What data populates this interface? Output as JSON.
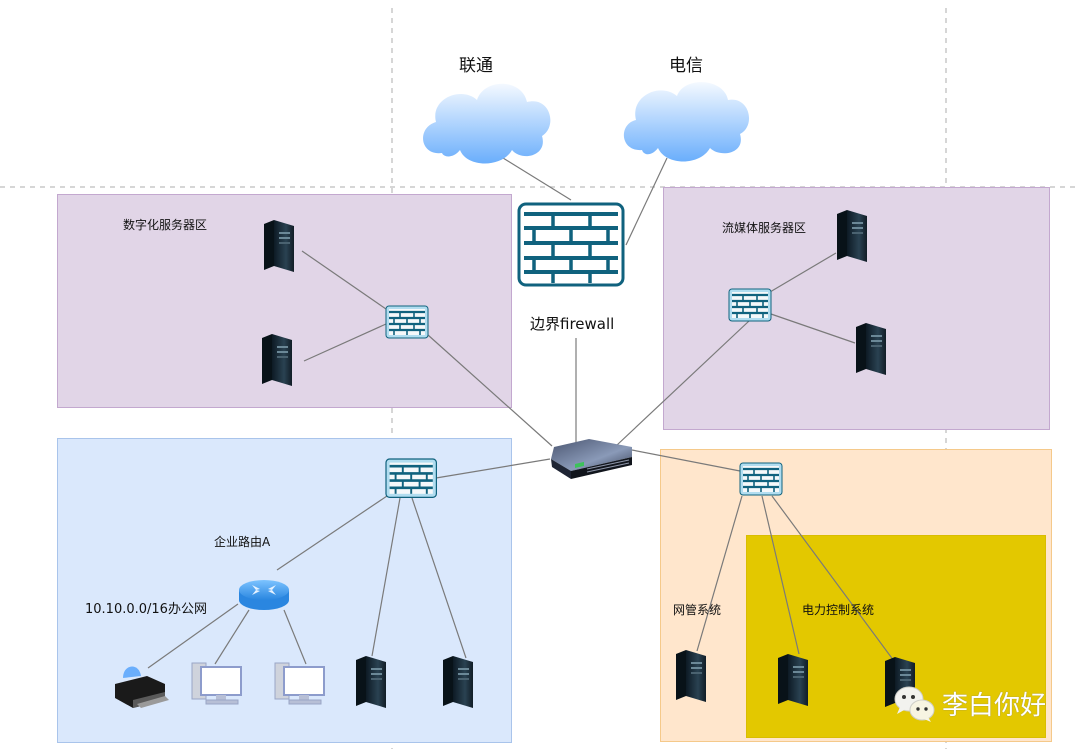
{
  "diagram": {
    "title": "网络拓扑",
    "colors": {
      "zone_server": "#e1d5e7",
      "zone_office": "#dae8fc",
      "zone_mgmt": "#ffe6cc",
      "zone_power": "#e3c800",
      "firewall_stroke": "#10627e",
      "link": "#7a7a7a",
      "guide": "#c8c8c8"
    },
    "isps": [
      {
        "id": "unicom",
        "label": "联通",
        "icon": "cloud-icon"
      },
      {
        "id": "telecom",
        "label": "电信",
        "icon": "cloud-icon"
      }
    ],
    "edge_firewall": {
      "label": "边界firewall",
      "icon": "firewall-icon"
    },
    "core_switch": {
      "label": "",
      "icon": "switch-icon"
    },
    "zones": {
      "digital": {
        "label": "数字化服务器区",
        "devices": [
          "firewall",
          "server",
          "server"
        ]
      },
      "stream": {
        "label": "流媒体服务器区",
        "devices": [
          "firewall",
          "server",
          "server"
        ]
      },
      "office": {
        "label": "10.10.0.0/16办公网",
        "router_label": "企业路由A",
        "devices": [
          "firewall",
          "router",
          "printer",
          "pc",
          "pc",
          "server",
          "server"
        ]
      },
      "mgmt": {
        "label": "网管系统",
        "devices": [
          "firewall",
          "server"
        ]
      },
      "power": {
        "label": "电力控制系统",
        "devices": [
          "server",
          "server"
        ]
      }
    },
    "links": [
      [
        "unicom",
        "edge_firewall"
      ],
      [
        "telecom",
        "edge_firewall"
      ],
      [
        "edge_firewall",
        "core_switch"
      ],
      [
        "core_switch",
        "digital_fw"
      ],
      [
        "core_switch",
        "stream_fw"
      ],
      [
        "core_switch",
        "office_fw"
      ],
      [
        "core_switch",
        "mgmt_fw"
      ],
      [
        "digital_fw",
        "digital_srv1"
      ],
      [
        "digital_fw",
        "digital_srv2"
      ],
      [
        "stream_fw",
        "stream_srv1"
      ],
      [
        "stream_fw",
        "stream_srv2"
      ],
      [
        "office_fw",
        "router_a"
      ],
      [
        "office_fw",
        "office_srv1"
      ],
      [
        "office_fw",
        "office_srv2"
      ],
      [
        "router_a",
        "printer"
      ],
      [
        "router_a",
        "pc1"
      ],
      [
        "router_a",
        "pc2"
      ],
      [
        "mgmt_fw",
        "mgmt_srv"
      ],
      [
        "mgmt_fw",
        "power_srv1"
      ],
      [
        "mgmt_fw",
        "power_srv2"
      ]
    ]
  },
  "watermark": {
    "text": "李白你好",
    "icon": "wechat-icon"
  }
}
